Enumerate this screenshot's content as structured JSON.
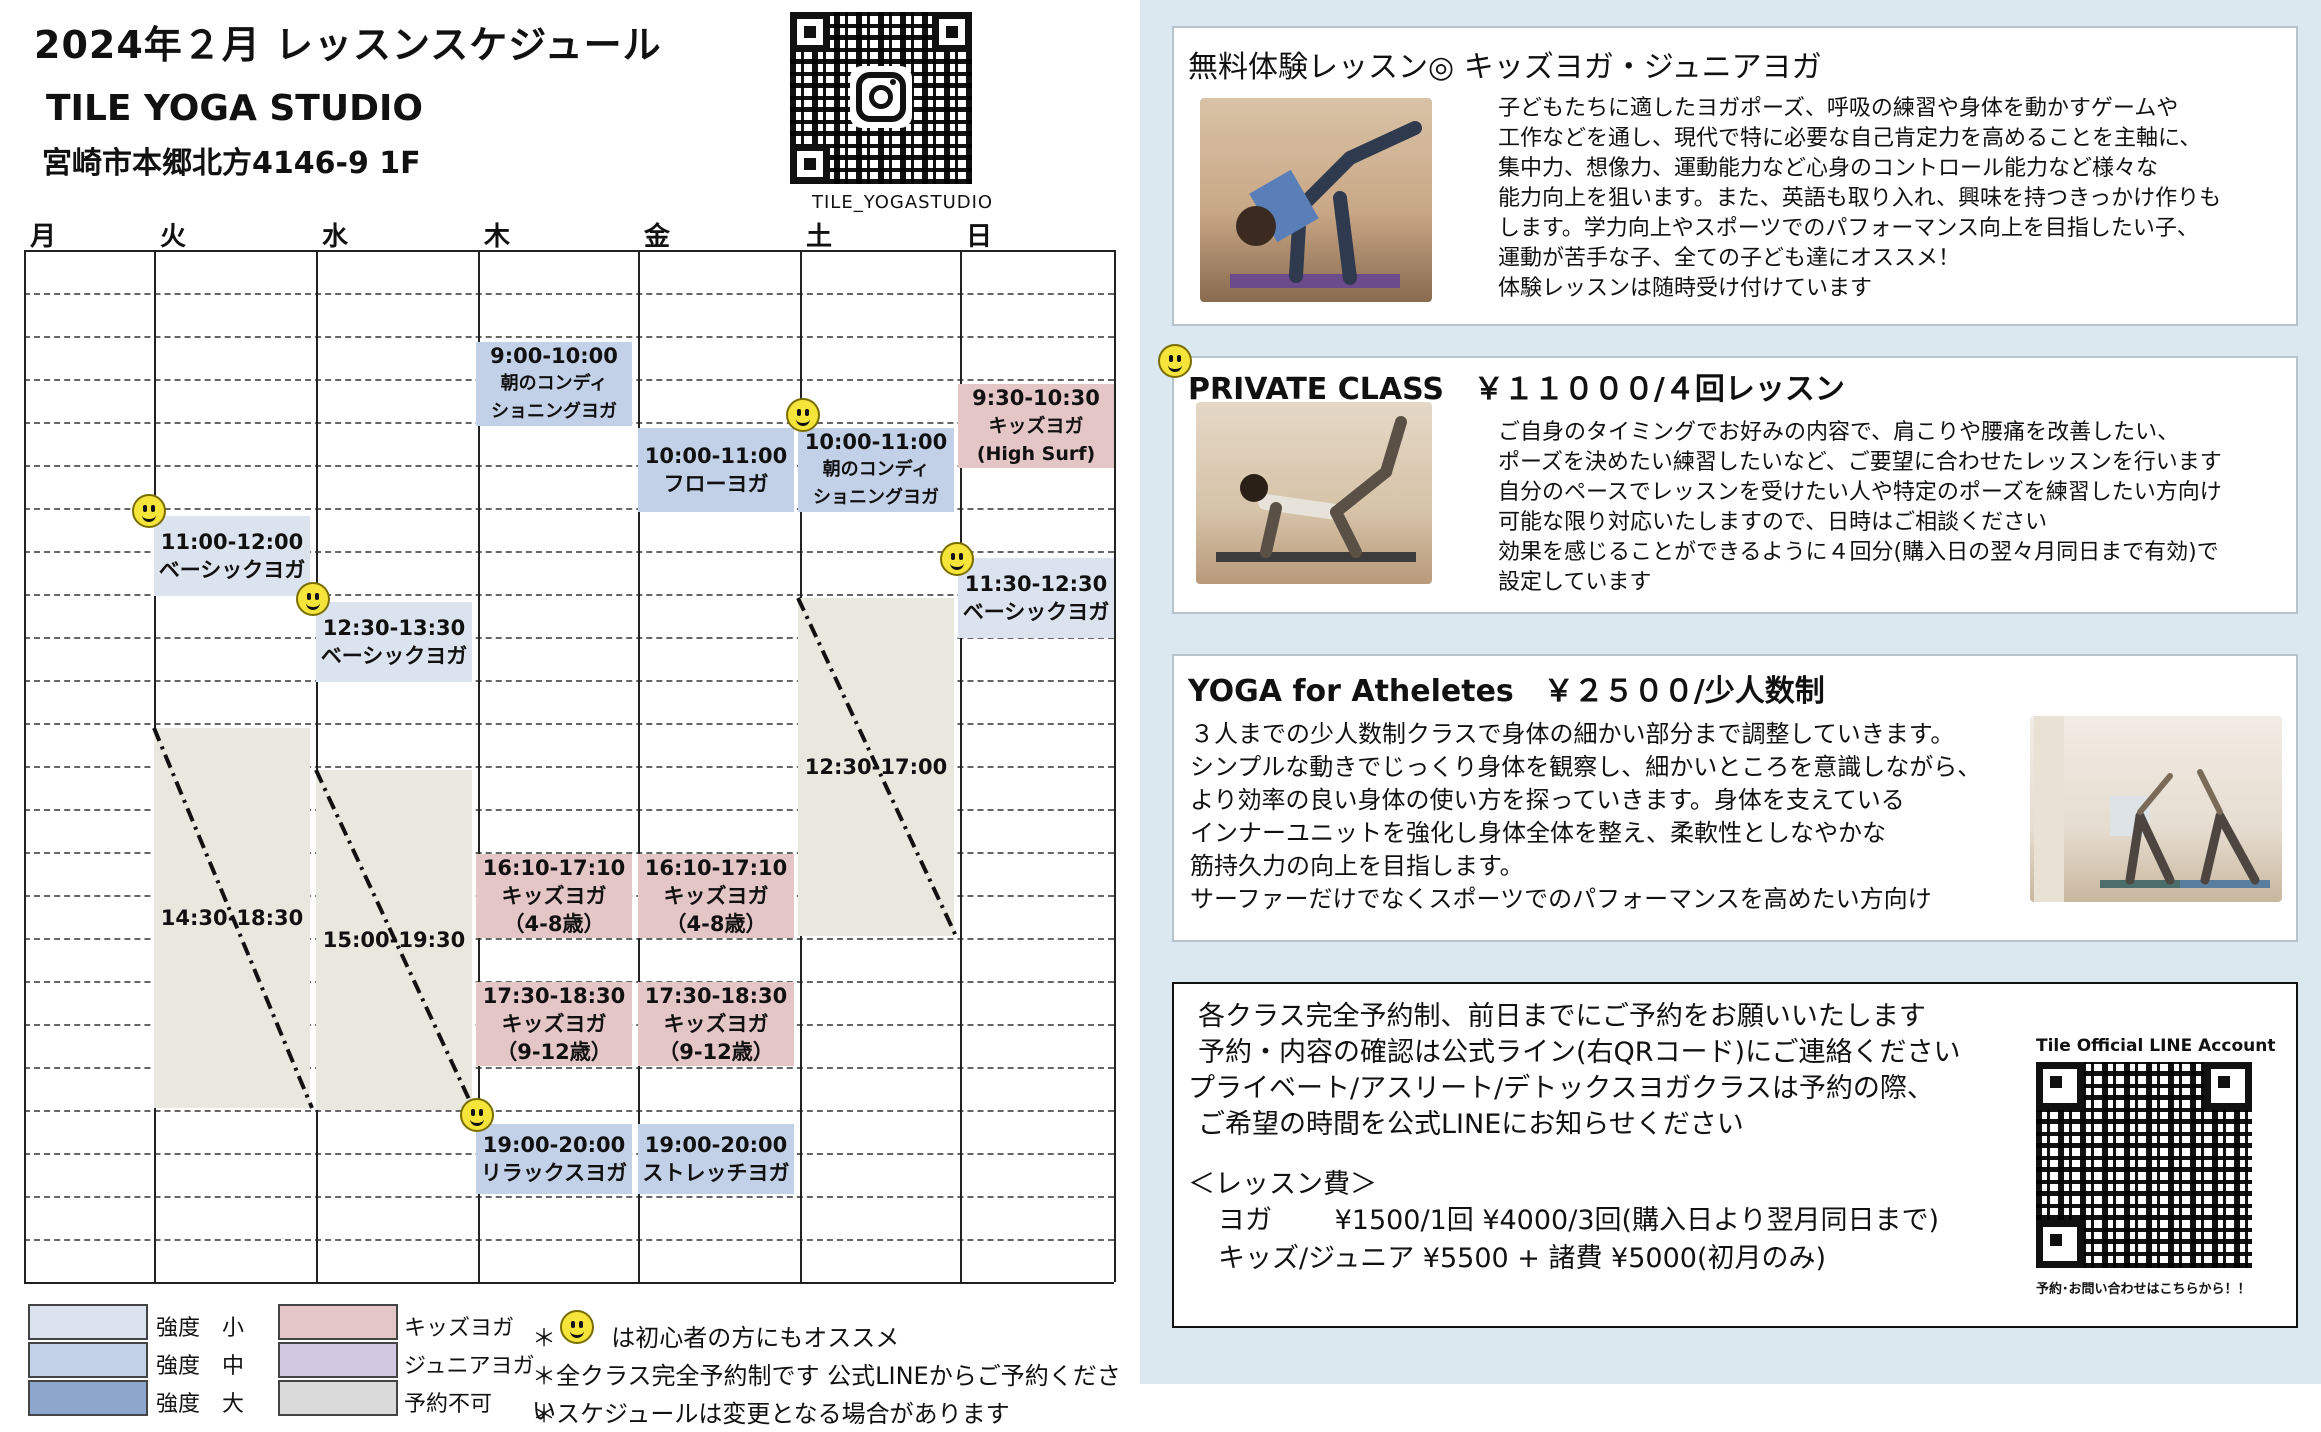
{
  "header": {
    "title": "2024年２月 レッスンスケジュール",
    "studio": "TILE YOGA STUDIO",
    "address": "宮崎市本郷北方4146-9 1F",
    "instagram_handle": "TILE_YOGASTUDIO"
  },
  "days": [
    "月",
    "火",
    "水",
    "木",
    "金",
    "土",
    "日"
  ],
  "classes": {
    "thu_morning": {
      "time": "9:00-10:00",
      "name1": "朝のコンディ",
      "name2": "ショニングヨガ"
    },
    "sun_kids": {
      "time": "9:30-10:30",
      "name1": "キッズヨガ",
      "name2": "(High Surf)"
    },
    "fri_flow": {
      "time": "10:00-11:00",
      "name1": "フローヨガ"
    },
    "sat_morning": {
      "time": "10:00-11:00",
      "name1": "朝のコンディ",
      "name2": "ショニングヨガ"
    },
    "tue_basic": {
      "time": "11:00-12:00",
      "name1": "ベーシックヨガ"
    },
    "sun_basic": {
      "time": "11:30-12:30",
      "name1": "ベーシックヨガ"
    },
    "wed_basic": {
      "time": "12:30-13:30",
      "name1": "ベーシックヨガ"
    },
    "sat_block": {
      "time": "12:30-17:00"
    },
    "tue_block": {
      "time": "14:30-18:30"
    },
    "wed_block": {
      "time": "15:00-19:30"
    },
    "thu_kids1": {
      "time": "16:10-17:10",
      "name1": "キッズヨガ",
      "name2": "（4-8歳）"
    },
    "fri_kids1": {
      "time": "16:10-17:10",
      "name1": "キッズヨガ",
      "name2": "（4-8歳）"
    },
    "thu_kids2": {
      "time": "17:30-18:30",
      "name1": "キッズヨガ",
      "name2": "（9-12歳）"
    },
    "fri_kids2": {
      "time": "17:30-18:30",
      "name1": "キッズヨガ",
      "name2": "（9-12歳）"
    },
    "thu_relax": {
      "time": "19:00-20:00",
      "name1": "リラックスヨガ"
    },
    "fri_stretch": {
      "time": "19:00-20:00",
      "name1": "ストレッチヨガ"
    }
  },
  "legend": {
    "low": "強度　小",
    "mid": "強度　中",
    "high": "強度　大",
    "kids": "キッズヨガ",
    "junior": "ジュニアヨガ",
    "unavailable": "予約不可",
    "colors": {
      "low": "#dbe3ef",
      "mid": "#c3d1e8",
      "high": "#8ea6cc",
      "kids": "#e4c6c6",
      "junior": "#d2c8df",
      "unavailable": "#dadada"
    }
  },
  "notes": {
    "beginner_prefix": "＊",
    "beginner": "は初心者の方にもオススメ",
    "reservation": "＊全クラス完全予約制です 公式LINEからご予約ください",
    "change": "＊スケジュールは変更となる場合があります"
  },
  "cards": {
    "kids": {
      "title": "無料体験レッスン◎ キッズヨガ・ジュニアヨガ",
      "lines": [
        "子どもたちに適したヨガポーズ、呼吸の練習や身体を動かすゲームや",
        "工作などを通し、現代で特に必要な自己肯定力を高めることを主軸に、",
        "集中力、想像力、運動能力など心身のコントロール能力など様々な",
        "能力向上を狙います。また、英語も取り入れ、興味を持つきっかけ作りも",
        "します。学力向上やスポーツでのパフォーマンス向上を目指したい子、",
        "運動が苦手な子、全ての子ども達にオススメ！",
        "体験レッスンは随時受け付けています"
      ]
    },
    "private": {
      "title": "PRIVATE CLASS　￥１１０００/４回レッスン",
      "lines": [
        "ご自身のタイミングでお好みの内容で、肩こりや腰痛を改善したい、",
        "ポーズを決めたい練習したいなど、ご要望に合わせたレッスンを行います",
        "自分のペースでレッスンを受けたい人や特定のポーズを練習したい方向け",
        "可能な限り対応いたしますので、日時はご相談ください",
        "効果を感じることができるように４回分(購入日の翌々月同日まで有効)で",
        "設定しています"
      ]
    },
    "athletes": {
      "title": "YOGA for Atheletes　￥２５００/少人数制",
      "lines": [
        "３人までの少人数制クラスで身体の細かい部分まで調整していきます。",
        "シンプルな動きでじっくり身体を観察し、細かいところを意識しながら、",
        "より効率の良い身体の使い方を探っていきます。身体を支えている",
        "インナーユニットを強化し身体全体を整え、柔軟性としなやかな",
        "筋持久力の向上を目指します。",
        "サーファーだけでなくスポーツでのパフォーマンスを高めたい方向け"
      ]
    }
  },
  "reservation": {
    "lines": [
      "各クラス完全予約制、前日までにご予約をお願いいたします",
      "予約・内容の確認は公式ライン(右QRコード)にご連絡ください",
      "プライベート/アスリート/デトックスヨガクラスは予約の際、",
      "ご希望の時間を公式LINEにお知らせください"
    ],
    "fee_title": "＜レッスン費＞",
    "fee_yoga": "ヨガ　　 ¥1500/1回  ¥4000/3回(購入日より翌月同日まで)",
    "fee_kids": "キッズ/ジュニア ¥5500 + 諸費 ¥5000(初月のみ)",
    "line_account": "Tile Official LINE Account",
    "line_caption": "予約･お問い合わせはこちらから！！"
  }
}
